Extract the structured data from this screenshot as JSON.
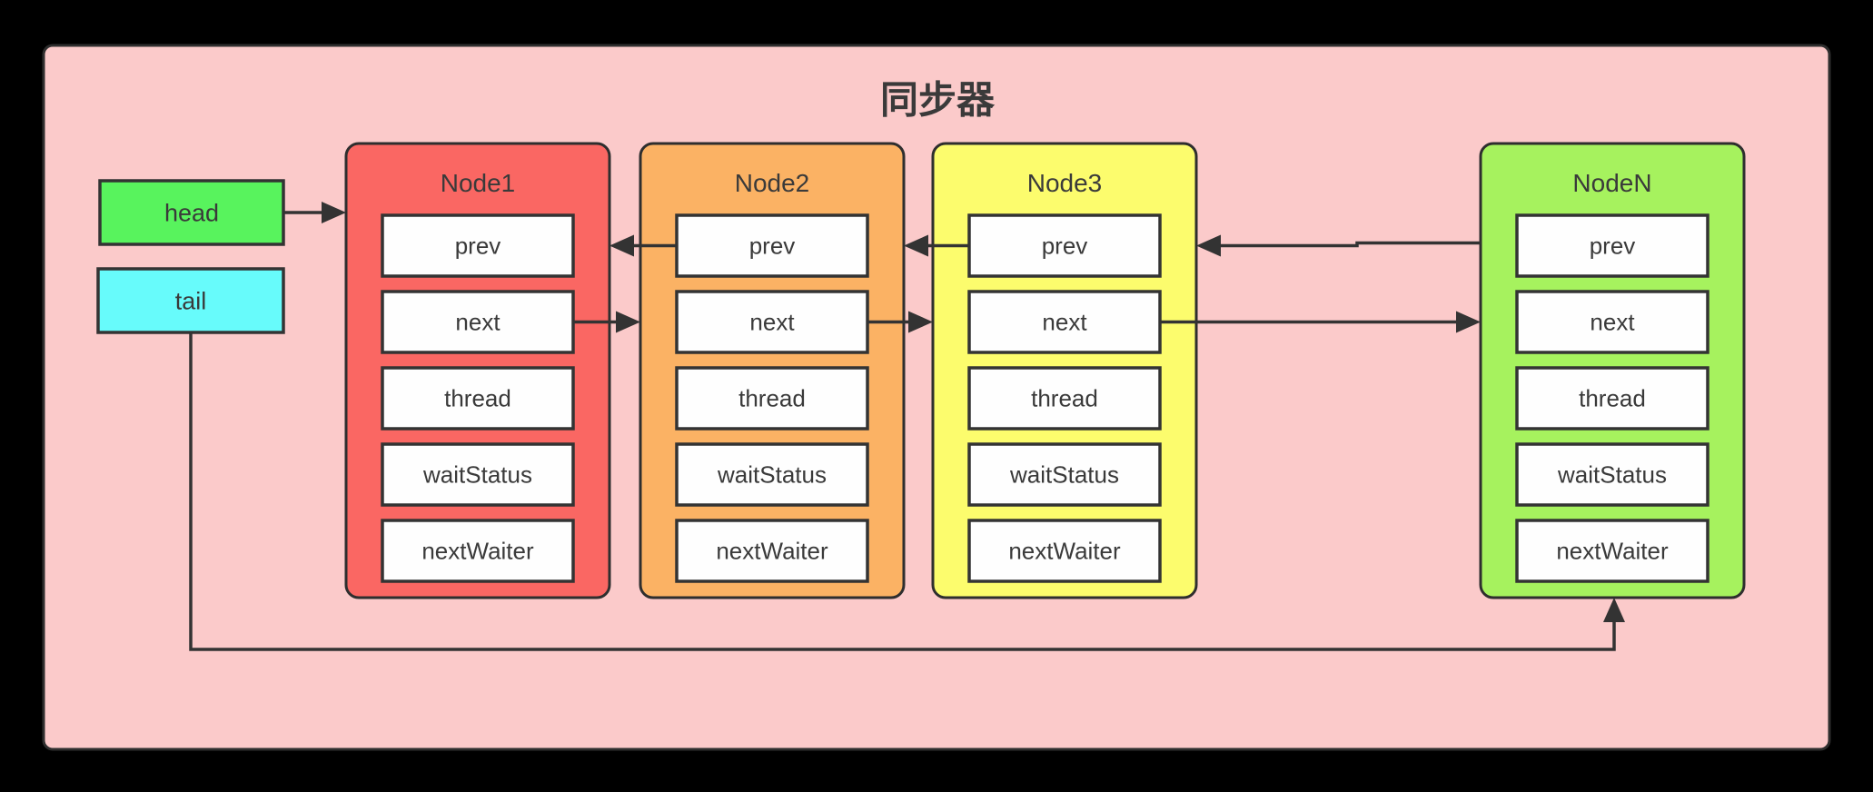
{
  "diagram": {
    "title": "同步器",
    "colors": {
      "canvas": "#000000",
      "panel": "#fbcaca",
      "stroke": "#333333",
      "text": "#3a3a3a",
      "field_fill": "#fefefe"
    },
    "pointers": [
      {
        "id": "head",
        "label": "head",
        "fill": "#58f35d"
      },
      {
        "id": "tail",
        "label": "tail",
        "fill": "#67fbfb"
      }
    ],
    "field_labels": [
      "prev",
      "next",
      "thread",
      "waitStatus",
      "nextWaiter"
    ],
    "nodes": [
      {
        "id": "node1",
        "label": "Node1",
        "fill": "#fa6763"
      },
      {
        "id": "node2",
        "label": "Node2",
        "fill": "#fbb264"
      },
      {
        "id": "node3",
        "label": "Node3",
        "fill": "#fcfc6d"
      },
      {
        "id": "nodeN",
        "label": "NodeN",
        "fill": "#a6f25e"
      }
    ],
    "edges": [
      {
        "from": "head",
        "to": "node1",
        "type": "points-to"
      },
      {
        "from": "node2.prev",
        "to": "node1",
        "type": "points-to"
      },
      {
        "from": "node1.next",
        "to": "node2",
        "type": "points-to"
      },
      {
        "from": "node3.prev",
        "to": "node2",
        "type": "points-to"
      },
      {
        "from": "node2.next",
        "to": "node3",
        "type": "points-to"
      },
      {
        "from": "nodeN.prev",
        "to": "node3",
        "type": "points-to"
      },
      {
        "from": "node3.next",
        "to": "nodeN",
        "type": "points-to"
      },
      {
        "from": "tail",
        "to": "nodeN",
        "type": "points-to"
      }
    ]
  }
}
